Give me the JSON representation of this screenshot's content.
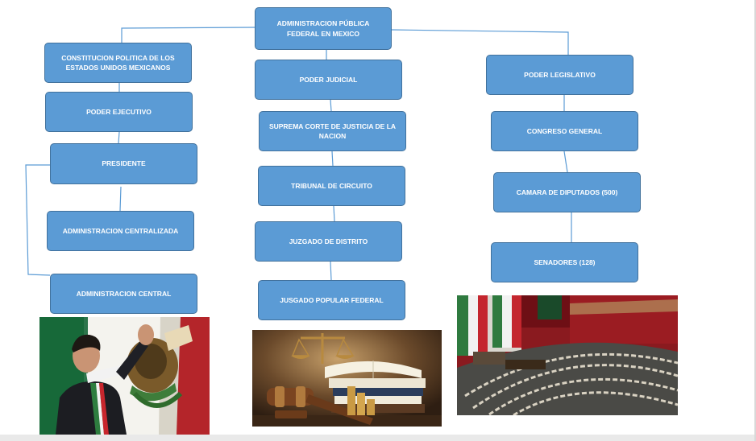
{
  "diagram": {
    "root": "ADMINISTRACION PÚBLICA FEDERAL EN MEXICO",
    "left_column": [
      "CONSTITUCION POLITICA DE LOS ESTADOS UNIDOS MEXICANOS",
      "PODER EJECUTIVO",
      "PRESIDENTE",
      "ADMINISTRACION CENTRALIZADA",
      "ADMINISTRACION CENTRAL"
    ],
    "middle_column": [
      "PODER JUDICIAL",
      "SUPREMA CORTE DE JUSTICIA DE LA NACION",
      "TRIBUNAL DE CIRCUITO",
      "JUZGADO DE DISTRITO",
      "JUSGADO POPULAR FEDERAL"
    ],
    "right_column": [
      "PODER LEGISLATIVO",
      "CONGRESO GENERAL",
      "CAMARA DE DIPUTADOS (500)",
      "SENADORES (128)"
    ]
  },
  "colors": {
    "box_fill": "#5b9bd5",
    "box_border": "#41719c",
    "connector": "#5b9bd5",
    "text": "#ffffff"
  },
  "images": [
    {
      "subject": "president-with-mexican-flag"
    },
    {
      "subject": "gavel-scales-and-books"
    },
    {
      "subject": "chamber-of-deputies-hall"
    }
  ]
}
